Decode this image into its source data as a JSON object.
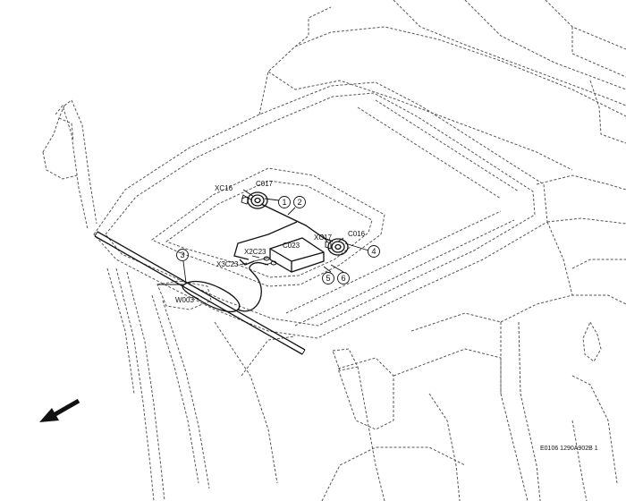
{
  "labels": {
    "c017": "C017",
    "xc16": "XC16",
    "c016": "C016",
    "xc17": "XC17",
    "c023": "C023",
    "x2c23": "X2C23",
    "x3c23": "X3C23",
    "w003": "W003"
  },
  "callouts": [
    "1",
    "2",
    "3",
    "4",
    "5",
    "6"
  ],
  "reference_code": "E0106 1290A902B 1",
  "direction_arrow_icon": "arrow-down-left-icon"
}
